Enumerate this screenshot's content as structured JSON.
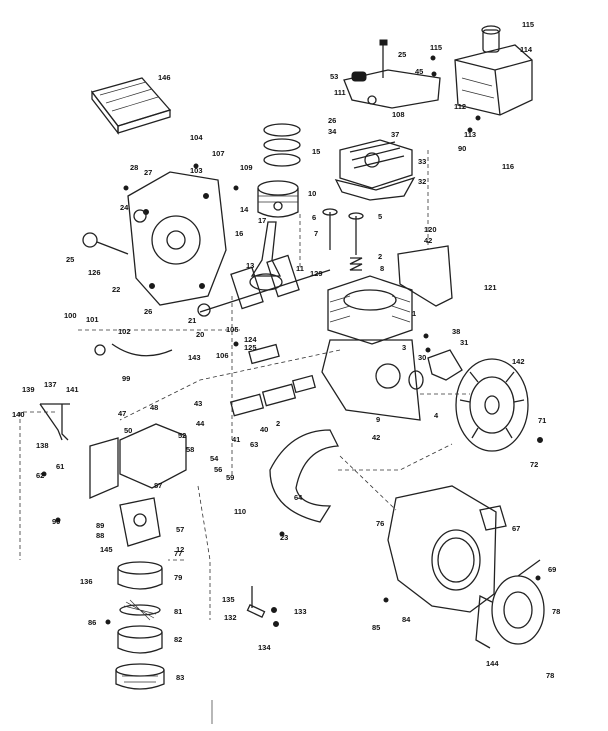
{
  "diagram": {
    "callouts": [
      {
        "key": "c146",
        "text": "146"
      },
      {
        "key": "c115a",
        "text": "115"
      },
      {
        "key": "c114",
        "text": "114"
      },
      {
        "key": "c115b",
        "text": "115"
      },
      {
        "key": "c25a",
        "text": "25"
      },
      {
        "key": "c45",
        "text": "45"
      },
      {
        "key": "c53",
        "text": "53"
      },
      {
        "key": "c111",
        "text": "111"
      },
      {
        "key": "c108",
        "text": "108"
      },
      {
        "key": "c26a",
        "text": "26"
      },
      {
        "key": "c34",
        "text": "34"
      },
      {
        "key": "c37",
        "text": "37"
      },
      {
        "key": "c33",
        "text": "33"
      },
      {
        "key": "c32",
        "text": "32"
      },
      {
        "key": "c112",
        "text": "112"
      },
      {
        "key": "c113",
        "text": "113"
      },
      {
        "key": "c90a",
        "text": "90"
      },
      {
        "key": "c116",
        "text": "116"
      },
      {
        "key": "c15",
        "text": "15"
      },
      {
        "key": "c104",
        "text": "104"
      },
      {
        "key": "c107",
        "text": "107"
      },
      {
        "key": "c103",
        "text": "103"
      },
      {
        "key": "c109",
        "text": "109"
      },
      {
        "key": "c14",
        "text": "14"
      },
      {
        "key": "c10",
        "text": "10"
      },
      {
        "key": "c28",
        "text": "28"
      },
      {
        "key": "c27",
        "text": "27"
      },
      {
        "key": "c24",
        "text": "24"
      },
      {
        "key": "c6",
        "text": "6"
      },
      {
        "key": "c5",
        "text": "5"
      },
      {
        "key": "c120",
        "text": "120"
      },
      {
        "key": "c42a",
        "text": "42"
      },
      {
        "key": "c7",
        "text": "7"
      },
      {
        "key": "c2a",
        "text": "2"
      },
      {
        "key": "c8",
        "text": "8"
      },
      {
        "key": "c17",
        "text": "17"
      },
      {
        "key": "c16",
        "text": "16"
      },
      {
        "key": "c25b",
        "text": "25"
      },
      {
        "key": "c126",
        "text": "126"
      },
      {
        "key": "c22",
        "text": "22"
      },
      {
        "key": "c13",
        "text": "13"
      },
      {
        "key": "c11",
        "text": "11"
      },
      {
        "key": "c129",
        "text": "129"
      },
      {
        "key": "c121",
        "text": "121"
      },
      {
        "key": "c26b",
        "text": "26"
      },
      {
        "key": "c1",
        "text": "1"
      },
      {
        "key": "c100",
        "text": "100"
      },
      {
        "key": "c101",
        "text": "101"
      },
      {
        "key": "c102",
        "text": "102"
      },
      {
        "key": "c21",
        "text": "21"
      },
      {
        "key": "c105",
        "text": "105"
      },
      {
        "key": "c124",
        "text": "124"
      },
      {
        "key": "c125",
        "text": "125"
      },
      {
        "key": "c20",
        "text": "20"
      },
      {
        "key": "c143",
        "text": "143"
      },
      {
        "key": "c106",
        "text": "106"
      },
      {
        "key": "c99",
        "text": "99"
      },
      {
        "key": "c38",
        "text": "38"
      },
      {
        "key": "c31",
        "text": "31"
      },
      {
        "key": "c30",
        "text": "30"
      },
      {
        "key": "c142",
        "text": "142"
      },
      {
        "key": "c3",
        "text": "3"
      },
      {
        "key": "c139",
        "text": "139"
      },
      {
        "key": "c137",
        "text": "137"
      },
      {
        "key": "c141",
        "text": "141"
      },
      {
        "key": "c140",
        "text": "140"
      },
      {
        "key": "c138",
        "text": "138"
      },
      {
        "key": "c47",
        "text": "47"
      },
      {
        "key": "c48",
        "text": "48"
      },
      {
        "key": "c43",
        "text": "43"
      },
      {
        "key": "c44",
        "text": "44"
      },
      {
        "key": "c52",
        "text": "52"
      },
      {
        "key": "c58",
        "text": "58"
      },
      {
        "key": "c50",
        "text": "50"
      },
      {
        "key": "c54",
        "text": "54"
      },
      {
        "key": "c56",
        "text": "56"
      },
      {
        "key": "c59",
        "text": "59"
      },
      {
        "key": "c87",
        "text": "87"
      },
      {
        "key": "c62",
        "text": "62"
      },
      {
        "key": "c61",
        "text": "61"
      },
      {
        "key": "c90b",
        "text": "90"
      },
      {
        "key": "c89",
        "text": "89"
      },
      {
        "key": "c88",
        "text": "88"
      },
      {
        "key": "c145",
        "text": "145"
      },
      {
        "key": "c57",
        "text": "57"
      },
      {
        "key": "c12",
        "text": "12"
      },
      {
        "key": "c71",
        "text": "71"
      },
      {
        "key": "c72",
        "text": "72"
      },
      {
        "key": "c110",
        "text": "110"
      },
      {
        "key": "c64",
        "text": "64"
      },
      {
        "key": "c23",
        "text": "23"
      },
      {
        "key": "c76",
        "text": "76"
      },
      {
        "key": "c67",
        "text": "67"
      },
      {
        "key": "c77",
        "text": "77"
      },
      {
        "key": "c79",
        "text": "79"
      },
      {
        "key": "c136",
        "text": "136"
      },
      {
        "key": "c81",
        "text": "81"
      },
      {
        "key": "c82",
        "text": "82"
      },
      {
        "key": "c83",
        "text": "83"
      },
      {
        "key": "c86",
        "text": "86"
      },
      {
        "key": "c135",
        "text": "135"
      },
      {
        "key": "c133",
        "text": "133"
      },
      {
        "key": "c132",
        "text": "132"
      },
      {
        "key": "c134",
        "text": "134"
      },
      {
        "key": "c85",
        "text": "85"
      },
      {
        "key": "c84",
        "text": "84"
      },
      {
        "key": "c144",
        "text": "144"
      },
      {
        "key": "c69",
        "text": "69"
      },
      {
        "key": "c78a",
        "text": "78"
      },
      {
        "key": "c78b",
        "text": "78"
      },
      {
        "key": "c2b",
        "text": "2"
      },
      {
        "key": "c41",
        "text": "41"
      },
      {
        "key": "c40",
        "text": "40"
      },
      {
        "key": "c42b",
        "text": "42"
      },
      {
        "key": "c63",
        "text": "63"
      },
      {
        "key": "c4",
        "text": "4"
      },
      {
        "key": "c9",
        "text": "9"
      }
    ]
  }
}
